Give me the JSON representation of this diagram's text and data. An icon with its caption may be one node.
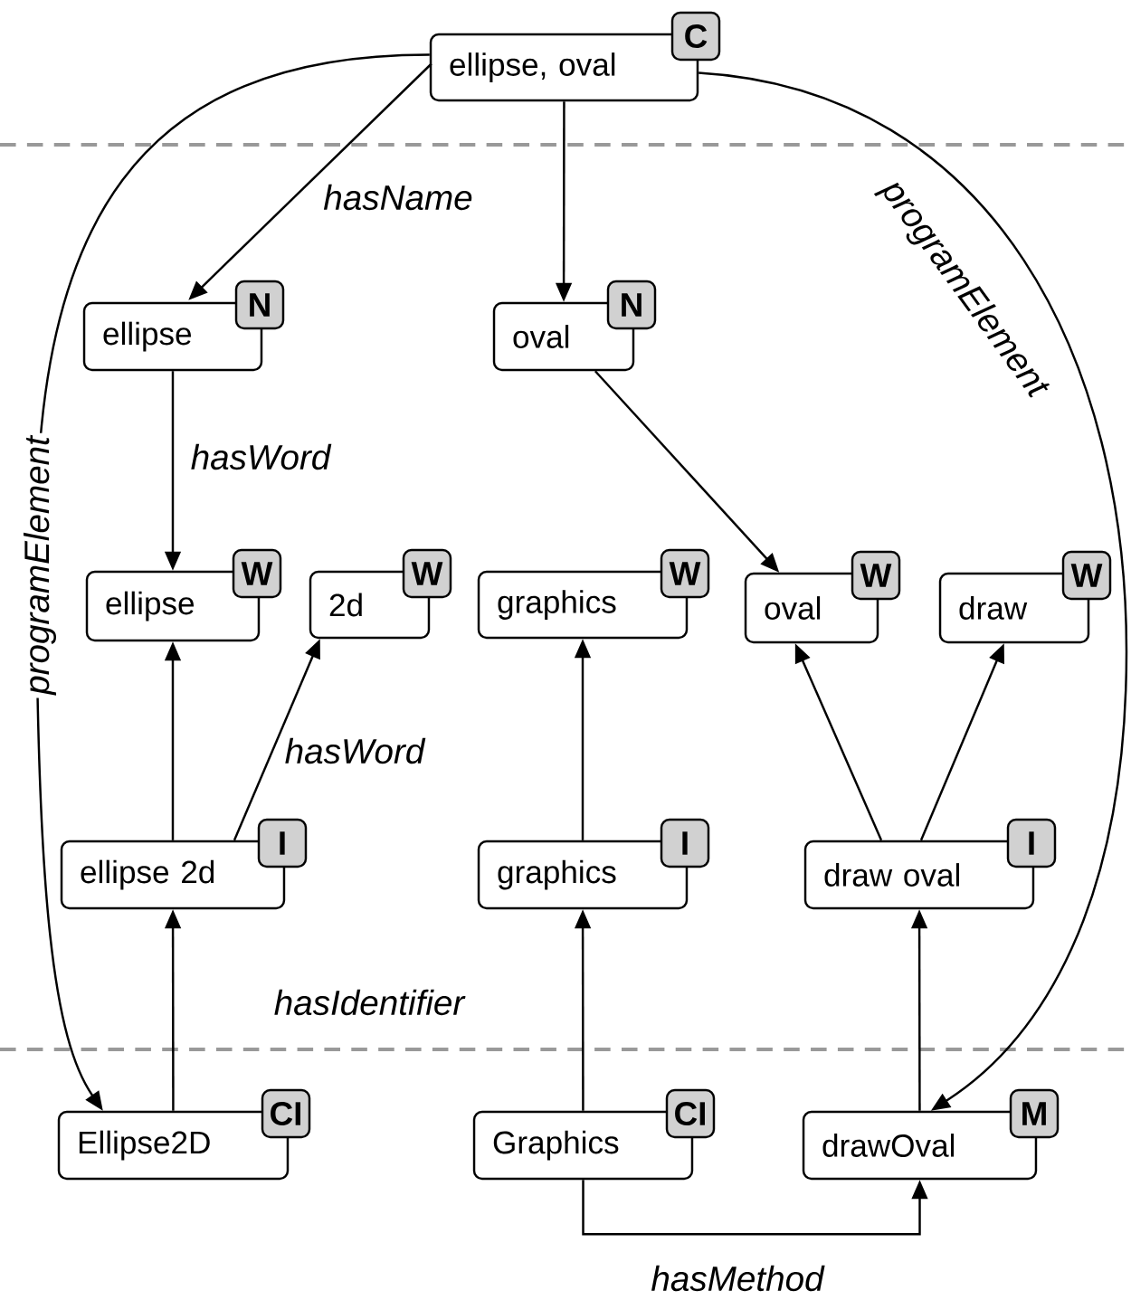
{
  "diagram": {
    "nodes": [
      {
        "text": [
          "ellipse, oval",
          "C"
        ]
      },
      {
        "text": [
          "ellipse",
          "N"
        ]
      },
      {
        "text": [
          "oval",
          "N"
        ]
      },
      {
        "text": [
          "ellipse",
          "W"
        ]
      },
      {
        "text": [
          "2d",
          "W"
        ]
      },
      {
        "text": [
          "graphics",
          "W"
        ]
      },
      {
        "text": [
          "oval",
          "W"
        ]
      },
      {
        "text": [
          "draw",
          "W"
        ]
      },
      {
        "text": [
          "ellipse 2d",
          "I"
        ]
      },
      {
        "text": [
          "graphics",
          "I"
        ]
      },
      {
        "text": [
          "draw oval",
          "I"
        ]
      },
      {
        "text": [
          "Ellipse2D",
          "CI"
        ]
      },
      {
        "text": [
          "Graphics",
          "CI"
        ]
      },
      {
        "text": [
          "drawOval",
          "M"
        ]
      }
    ],
    "edges": [
      {
        "from": 0,
        "to": 1,
        "arrow": "to",
        "label": "hasName"
      },
      {
        "from": 0,
        "to": 2,
        "arrow": "to"
      },
      {
        "from": 0,
        "to": 11,
        "arrow": "to",
        "label": "programElement"
      },
      {
        "from": 0,
        "to": 13,
        "arrow": "to",
        "label": "programElement"
      },
      {
        "from": 1,
        "to": 3,
        "arrow": "to",
        "label": "hasWord"
      },
      {
        "from": 2,
        "to": 6,
        "arrow": "to"
      },
      {
        "from": 8,
        "to": 3,
        "arrow": "to"
      },
      {
        "from": 8,
        "to": 4,
        "arrow": "to",
        "label": "hasWord"
      },
      {
        "from": 9,
        "to": 5,
        "arrow": "to"
      },
      {
        "from": 10,
        "to": 6,
        "arrow": "to"
      },
      {
        "from": 10,
        "to": 7,
        "arrow": "to"
      },
      {
        "from": 11,
        "to": 8,
        "arrow": "to",
        "label": "hasIdentifier"
      },
      {
        "from": 12,
        "to": 9,
        "arrow": "to"
      },
      {
        "from": 13,
        "to": 10,
        "arrow": "to"
      },
      {
        "from": 12,
        "to": 13,
        "arrow": "to",
        "label": "hasMethod"
      }
    ]
  }
}
